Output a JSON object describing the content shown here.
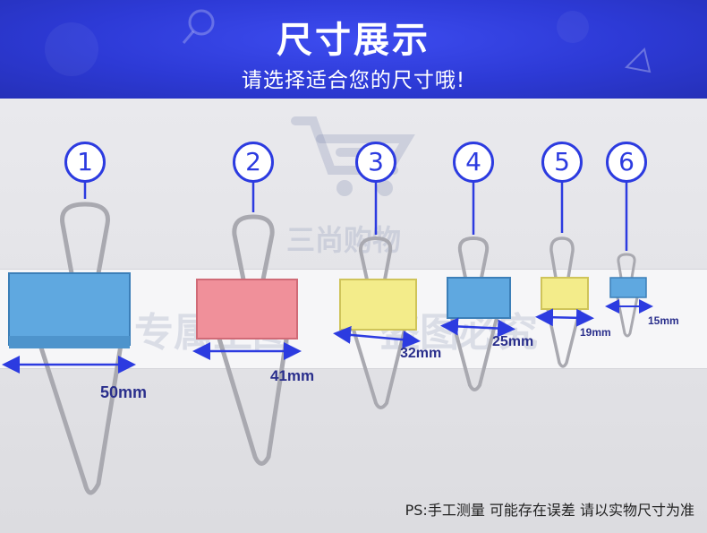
{
  "banner": {
    "title": "尺寸展示",
    "subtitle": "请选择适合您的尺寸哦!"
  },
  "watermarks": {
    "shop": "三尚购物",
    "left": "专属主图",
    "right": "盗图必究"
  },
  "clips": [
    {
      "number": "1",
      "size_label": "50mm",
      "color": "#5fa8e0"
    },
    {
      "number": "2",
      "size_label": "41mm",
      "color": "#f0909a"
    },
    {
      "number": "3",
      "size_label": "32mm",
      "color": "#f3ec8a"
    },
    {
      "number": "4",
      "size_label": "25mm",
      "color": "#5fa8e0"
    },
    {
      "number": "5",
      "size_label": "19mm",
      "color": "#f3ec8a"
    },
    {
      "number": "6",
      "size_label": "15mm",
      "color": "#5fa8e0"
    }
  ],
  "note": "PS:手工测量 可能存在误差 请以实物尺寸为准",
  "colors": {
    "accent": "#2c3be0",
    "banner": "#2d3ad6"
  }
}
